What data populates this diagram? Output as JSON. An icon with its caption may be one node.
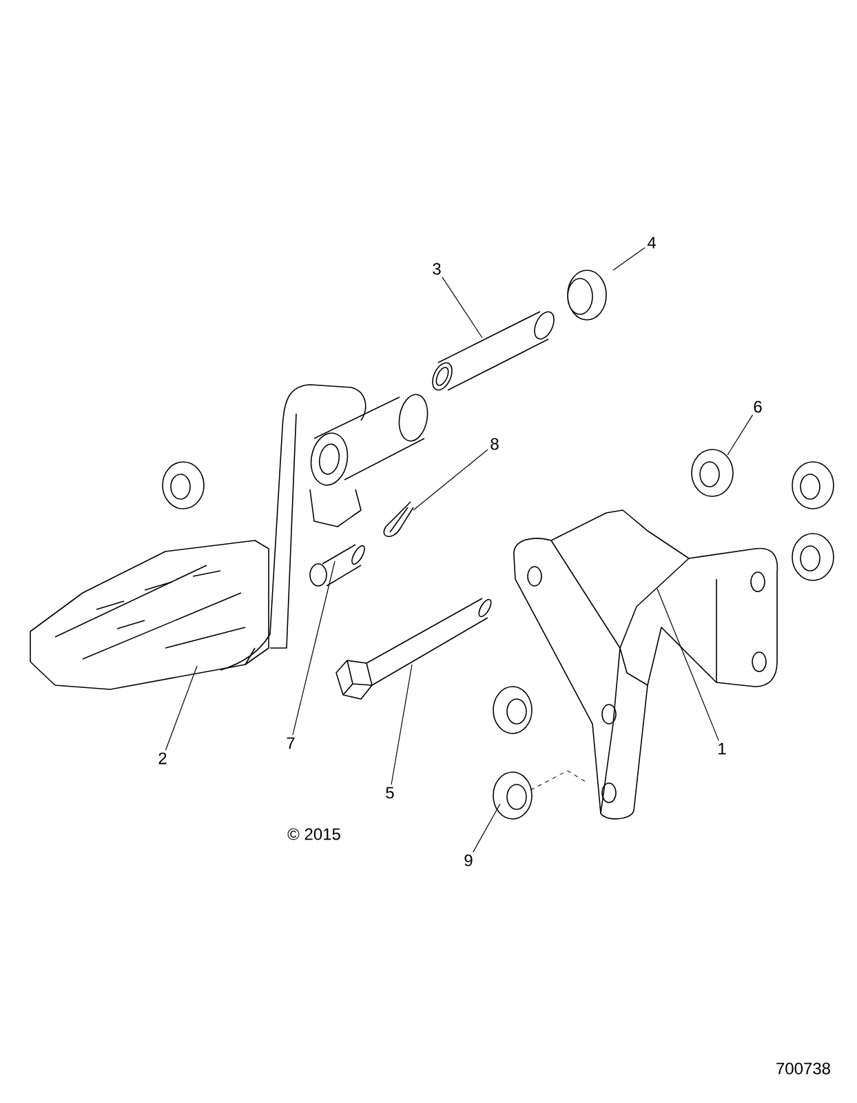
{
  "diagram": {
    "nodes": [
      {
        "text": [
          "4"
        ]
      },
      {
        "text": [
          "3"
        ]
      },
      {
        "text": [
          "6"
        ]
      },
      {
        "text": [
          "8"
        ]
      },
      {
        "text": [
          "7"
        ]
      },
      {
        "text": [
          "1"
        ]
      },
      {
        "text": [
          "2"
        ]
      },
      {
        "text": [
          "5"
        ]
      },
      {
        "text": [
          "9"
        ]
      }
    ],
    "edges": [
      {
        "from": 0,
        "to": null,
        "arrow": "none"
      },
      {
        "from": 1,
        "to": null,
        "arrow": "none"
      },
      {
        "from": 2,
        "to": null,
        "arrow": "none"
      },
      {
        "from": 3,
        "to": null,
        "arrow": "none"
      },
      {
        "from": 4,
        "to": null,
        "arrow": "none"
      },
      {
        "from": 5,
        "to": null,
        "arrow": "none"
      },
      {
        "from": 6,
        "to": null,
        "arrow": "none"
      },
      {
        "from": 7,
        "to": null,
        "arrow": "none"
      },
      {
        "from": 8,
        "to": null,
        "arrow": "none"
      }
    ],
    "labels": [
      "© 2015",
      "700738"
    ]
  }
}
